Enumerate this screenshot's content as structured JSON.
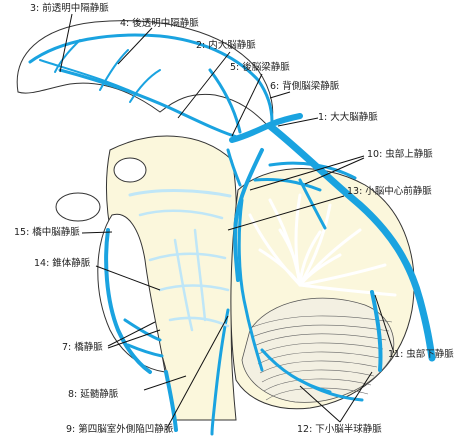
{
  "labels": [
    {
      "id": "l3",
      "text": "3: 前透明中隔静脈"
    },
    {
      "id": "l4",
      "text": "4: 後透明中隔静脈"
    },
    {
      "id": "l2",
      "text": "2: 内大脳静脈"
    },
    {
      "id": "l5",
      "text": "5: 後脳梁静脈"
    },
    {
      "id": "l6",
      "text": "6: 背側脳梁静脈"
    },
    {
      "id": "l1",
      "text": "1: 大大脳静脈"
    },
    {
      "id": "l10",
      "text": "10: 虫部上静脈"
    },
    {
      "id": "l13",
      "text": "13: 小脳中心前静脈"
    },
    {
      "id": "l15",
      "text": "15: 橋中脳静脈"
    },
    {
      "id": "l14",
      "text": "14: 錐体静脈"
    },
    {
      "id": "l7",
      "text": "7: 橋静脈"
    },
    {
      "id": "l11",
      "text": "11: 虫部下静脈"
    },
    {
      "id": "l8",
      "text": "8: 延髄静脈"
    },
    {
      "id": "l9",
      "text": "9: 第四脳室外側陥凹静脈"
    },
    {
      "id": "l12",
      "text": "12: 下小脳半球静脈"
    }
  ],
  "colors": {
    "vein": "#1aa3e0",
    "vein_light": "#bfe6f7",
    "tissue": "#fbf7dc",
    "outline": "#333333",
    "leader": "#111111"
  }
}
